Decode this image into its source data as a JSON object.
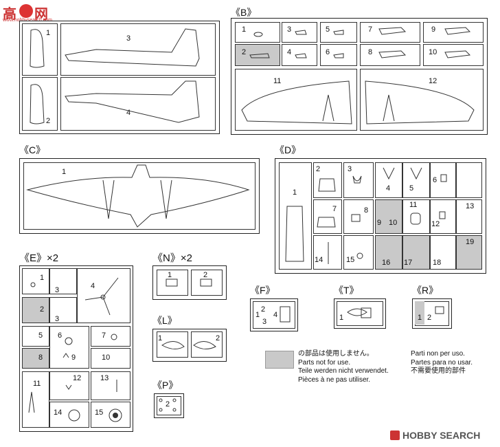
{
  "watermark_top": {
    "chars": "高",
    "chars2": "网",
    "url": "www.hobbysearch.com"
  },
  "watermark_bottom": {
    "brand": "HOBBY SEARCH"
  },
  "sprues": {
    "A": {
      "parts": [
        "1",
        "2",
        "3",
        "4"
      ]
    },
    "B": {
      "label": "《B》",
      "parts": [
        "1",
        "2",
        "3",
        "4",
        "5",
        "6",
        "7",
        "8",
        "9",
        "10",
        "11",
        "12"
      ]
    },
    "C": {
      "label": "《C》",
      "parts": [
        "1"
      ]
    },
    "D": {
      "label": "《D》",
      "parts": [
        "1",
        "2",
        "3",
        "4",
        "5",
        "6",
        "7",
        "8",
        "9",
        "10",
        "11",
        "12",
        "13",
        "14",
        "15",
        "16",
        "17",
        "18",
        "19"
      ]
    },
    "E": {
      "label": "《E》×2",
      "parts": [
        "1",
        "2",
        "3",
        "3",
        "4",
        "5",
        "6",
        "7",
        "8",
        "9",
        "10",
        "11",
        "12",
        "13",
        "14",
        "15"
      ]
    },
    "N": {
      "label": "《N》×2",
      "parts": [
        "1",
        "2"
      ]
    },
    "L": {
      "label": "《L》",
      "parts": [
        "1",
        "2"
      ]
    },
    "P": {
      "label": "《P》",
      "parts": [
        "2"
      ]
    },
    "F": {
      "label": "《F》",
      "parts": [
        "1",
        "2",
        "3",
        "4"
      ]
    },
    "T": {
      "label": "《T》",
      "parts": [
        "1"
      ]
    },
    "R": {
      "label": "《R》",
      "parts": [
        "1",
        "2"
      ]
    }
  },
  "legend": {
    "col1": [
      "の部品は使用しません。",
      "Parts not for use.",
      "Teile werden nicht verwendet.",
      "Pièces à ne pas utiliser."
    ],
    "col2": [
      "Parti non per uso.",
      "Partes para no usar.",
      "不需要使用的部件"
    ]
  }
}
